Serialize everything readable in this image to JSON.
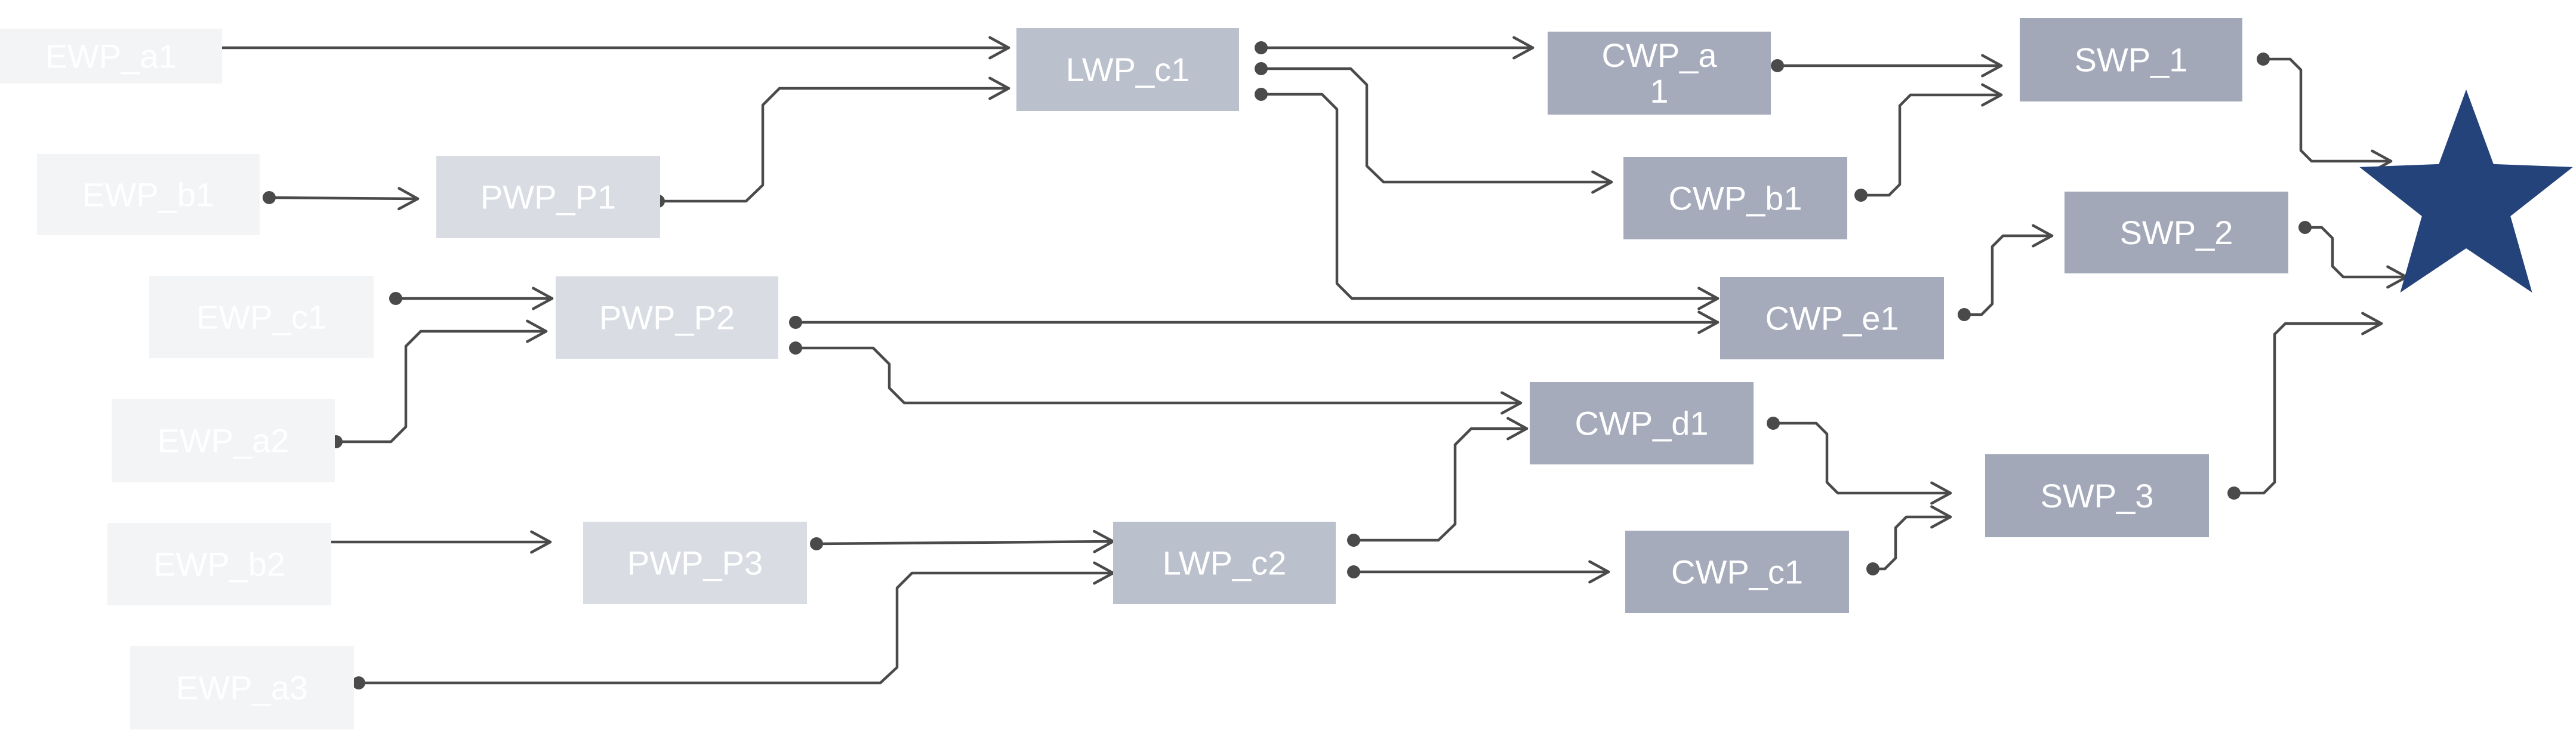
{
  "diagram": {
    "node_colors": {
      "EWP": "#f3f4f6",
      "PWP": "#d9dce3",
      "LWP": "#bbc1cc",
      "CWP": "#a6abbb",
      "SWP": "#a2a8b8",
      "goal": "#24437a"
    },
    "nodes": [
      {
        "id": "ewp_a1",
        "label": "EWP_a1",
        "group": "EWP"
      },
      {
        "id": "ewp_b1",
        "label": "EWP_b1",
        "group": "EWP"
      },
      {
        "id": "ewp_c1",
        "label": "EWP_c1",
        "group": "EWP"
      },
      {
        "id": "ewp_a2",
        "label": "EWP_a2",
        "group": "EWP"
      },
      {
        "id": "ewp_b2",
        "label": "EWP_b2",
        "group": "EWP"
      },
      {
        "id": "ewp_a3",
        "label": "EWP_a3",
        "group": "EWP"
      },
      {
        "id": "pwp_p1",
        "label": "PWP_P1",
        "group": "PWP"
      },
      {
        "id": "pwp_p2",
        "label": "PWP_P2",
        "group": "PWP"
      },
      {
        "id": "pwp_p3",
        "label": "PWP_P3",
        "group": "PWP"
      },
      {
        "id": "lwp_c1",
        "label": "LWP_c1",
        "group": "LWP"
      },
      {
        "id": "lwp_c2",
        "label": "LWP_c2",
        "group": "LWP"
      },
      {
        "id": "cwp_a1",
        "label": "CWP_a\n1",
        "group": "CWP"
      },
      {
        "id": "cwp_b1",
        "label": "CWP_b1",
        "group": "CWP"
      },
      {
        "id": "cwp_e1",
        "label": "CWP_e1",
        "group": "CWP"
      },
      {
        "id": "cwp_d1",
        "label": "CWP_d1",
        "group": "CWP"
      },
      {
        "id": "cwp_c1",
        "label": "CWP_c1",
        "group": "CWP"
      },
      {
        "id": "swp_1",
        "label": "SWP_1",
        "group": "SWP"
      },
      {
        "id": "swp_2",
        "label": "SWP_2",
        "group": "SWP"
      },
      {
        "id": "swp_3",
        "label": "SWP_3",
        "group": "SWP"
      },
      {
        "id": "goal",
        "label": "",
        "group": "goal",
        "icon": "star-icon"
      }
    ],
    "edges": [
      {
        "from": "ewp_a1",
        "to": "lwp_c1"
      },
      {
        "from": "ewp_b1",
        "to": "pwp_p1"
      },
      {
        "from": "pwp_p1",
        "to": "lwp_c1"
      },
      {
        "from": "ewp_c1",
        "to": "pwp_p2"
      },
      {
        "from": "ewp_a2",
        "to": "pwp_p2"
      },
      {
        "from": "ewp_b2",
        "to": "pwp_p3"
      },
      {
        "from": "pwp_p3",
        "to": "lwp_c2"
      },
      {
        "from": "ewp_a3",
        "to": "lwp_c2"
      },
      {
        "from": "lwp_c1",
        "to": "cwp_a1"
      },
      {
        "from": "lwp_c1",
        "to": "cwp_b1"
      },
      {
        "from": "lwp_c1",
        "to": "cwp_e1"
      },
      {
        "from": "pwp_p2",
        "to": "cwp_e1"
      },
      {
        "from": "pwp_p2",
        "to": "cwp_d1"
      },
      {
        "from": "lwp_c2",
        "to": "cwp_d1"
      },
      {
        "from": "lwp_c2",
        "to": "cwp_c1"
      },
      {
        "from": "cwp_a1",
        "to": "swp_1"
      },
      {
        "from": "cwp_b1",
        "to": "swp_1"
      },
      {
        "from": "cwp_e1",
        "to": "swp_2"
      },
      {
        "from": "cwp_d1",
        "to": "swp_3"
      },
      {
        "from": "cwp_c1",
        "to": "swp_3"
      },
      {
        "from": "swp_1",
        "to": "goal"
      },
      {
        "from": "swp_2",
        "to": "goal"
      },
      {
        "from": "swp_3",
        "to": "goal"
      }
    ]
  }
}
